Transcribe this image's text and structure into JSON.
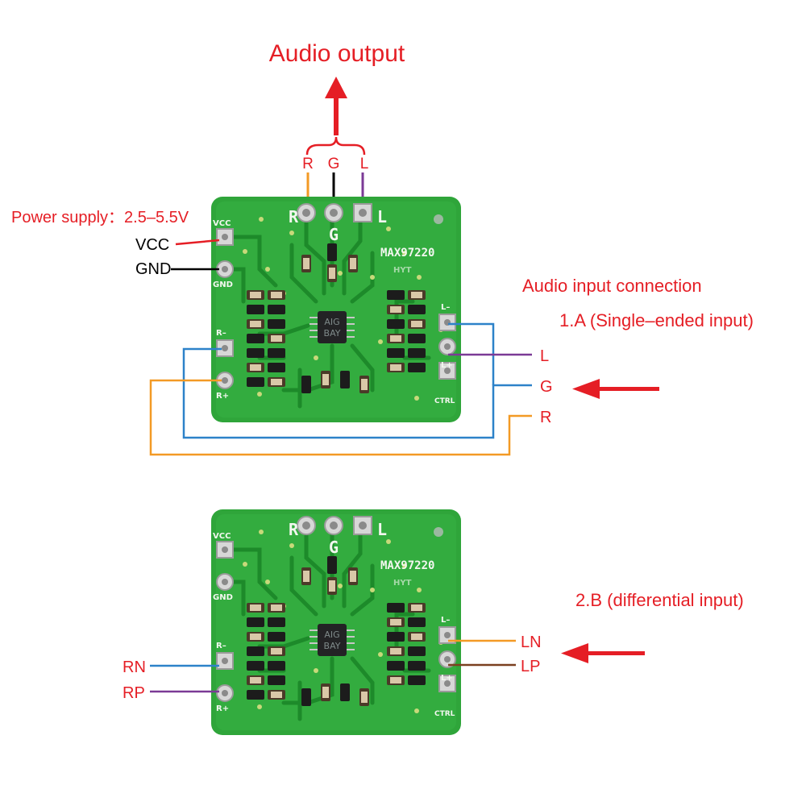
{
  "output": {
    "title": "Audio output",
    "pins": {
      "r": "R",
      "g": "G",
      "l": "L"
    }
  },
  "power": {
    "title": "Power supply：2.5–5.5V",
    "vcc": "VCC",
    "gnd": "GND"
  },
  "input": {
    "title": "Audio input connection",
    "single_title": "1.A (Single–ended input)",
    "single_l": "L",
    "single_g": "G",
    "single_r": "R",
    "diff_title": "2.B (differential input)",
    "diff_ln": "LN",
    "diff_lp": "LP",
    "diff_rn": "RN",
    "diff_rp": "RP"
  },
  "board": {
    "part": "MAX97220",
    "silk_r": "R",
    "silk_g": "G",
    "silk_l": "L",
    "vcc": "VCC",
    "gnd": "GND",
    "r_minus": "R–",
    "r_plus": "R+",
    "l_minus": "L–",
    "l_plus": "L+",
    "ctrl": "CTRL",
    "chip_line1": "AIG",
    "chip_line2": "BAY",
    "maker": "HYT"
  },
  "colors": {
    "pcb": "#2fa53a",
    "pcb_dark": "#1f8a2c",
    "annotation": "#e51e25",
    "wire_orange": "#f39a25",
    "wire_blue": "#2d82c9",
    "wire_purple": "#7b3a96",
    "wire_brown": "#7a4020",
    "wire_black": "#000000",
    "wire_red": "#e51e25"
  }
}
